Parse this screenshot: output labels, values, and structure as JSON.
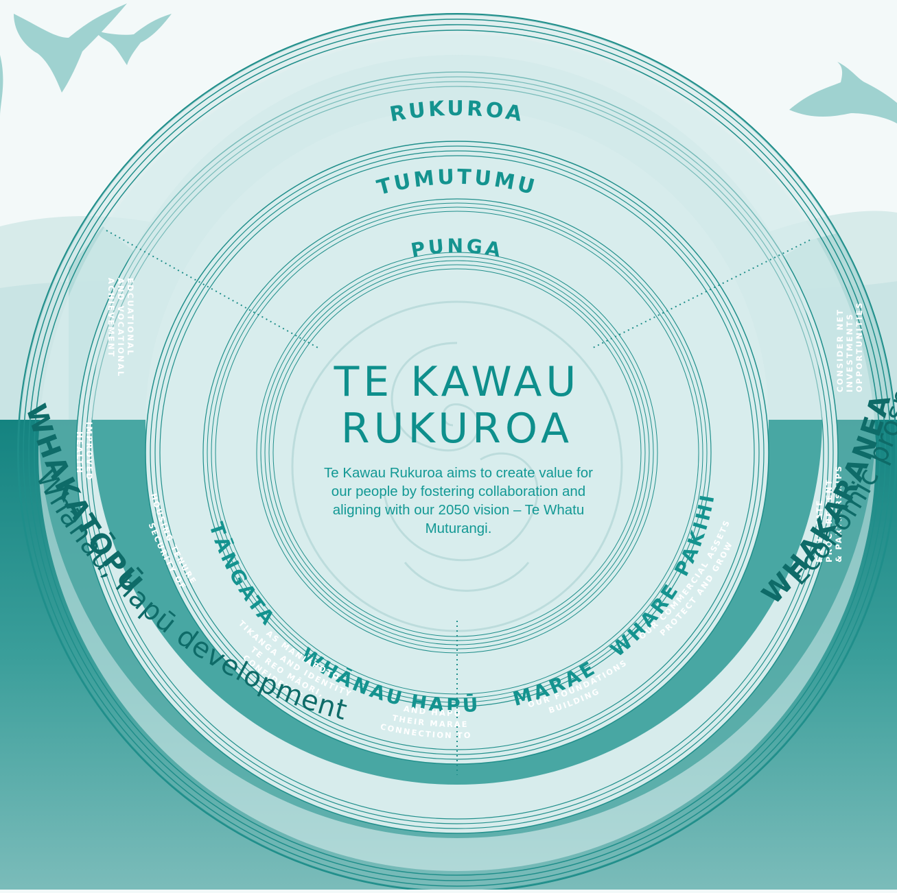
{
  "center": {
    "title_line1": "TE KAWAU",
    "title_line2": "RUKUROA",
    "description": "Te Kawau Rukuroa aims to create value for our people by fostering collaboration and aligning with our 2050 vision – Te Whatu Muturangi."
  },
  "rings": {
    "outer": "RUKUROA",
    "middle": "TUMUTUMU",
    "inner": "PUNGA"
  },
  "inner_labels": {
    "tangata": "TĀNGATA",
    "whanau": "WHĀNAU",
    "hapu": "HAPŪ",
    "marae": "MARAE",
    "whare": "WHARE",
    "pakihi": "PAKIHI"
  },
  "outcomes": {
    "education_1": "EDCUATIONAL",
    "education_2": "AND VOCATIONAL",
    "education_3": "ACHIEVEMENT",
    "health_1": "IMPROVED",
    "health_2": "HEALTH",
    "housing_1": "SECURITY OF",
    "housing_2": "HOUSING TENURE",
    "identity_1": "CONFIDENCE IN",
    "identity_2": "TE REO MĀORI,",
    "identity_3": "TIKANGA AND IDENTITY",
    "identity_4": "AS MANIAPOTO",
    "connection_1": "CONNECTION TO",
    "connection_2": "THEIR MARAE",
    "connection_3": "AND HAPŪ",
    "foundations_1": "BUILDING",
    "foundations_2": "OUR FOUNDATIONS",
    "assets_1": "PROTECT AND GROW",
    "assets_2": "OUR COMMERCIAL ASSETS",
    "procurement_1": "FACILITATE",
    "procurement_2": "PROCUREMENT",
    "procurement_3": "& PARTNERSHIPS",
    "investment_1": "CONSIDER NET",
    "investment_2": "INVESTMENTS",
    "investment_3": "OPPORTUNITIES"
  },
  "outer_labels": {
    "left_bold": "WHAKATŌPŪ",
    "left_sub": "Whānau, hapū development",
    "right_bold": "WHAKARANEA",
    "right_sub": "Economic prosperity"
  },
  "colors": {
    "background": "#f3f9f9",
    "ring_fill": "#d6ecec",
    "teal_dark": "#16837f",
    "teal_mid": "#3fa8a4",
    "label_teal": "#14938f"
  }
}
